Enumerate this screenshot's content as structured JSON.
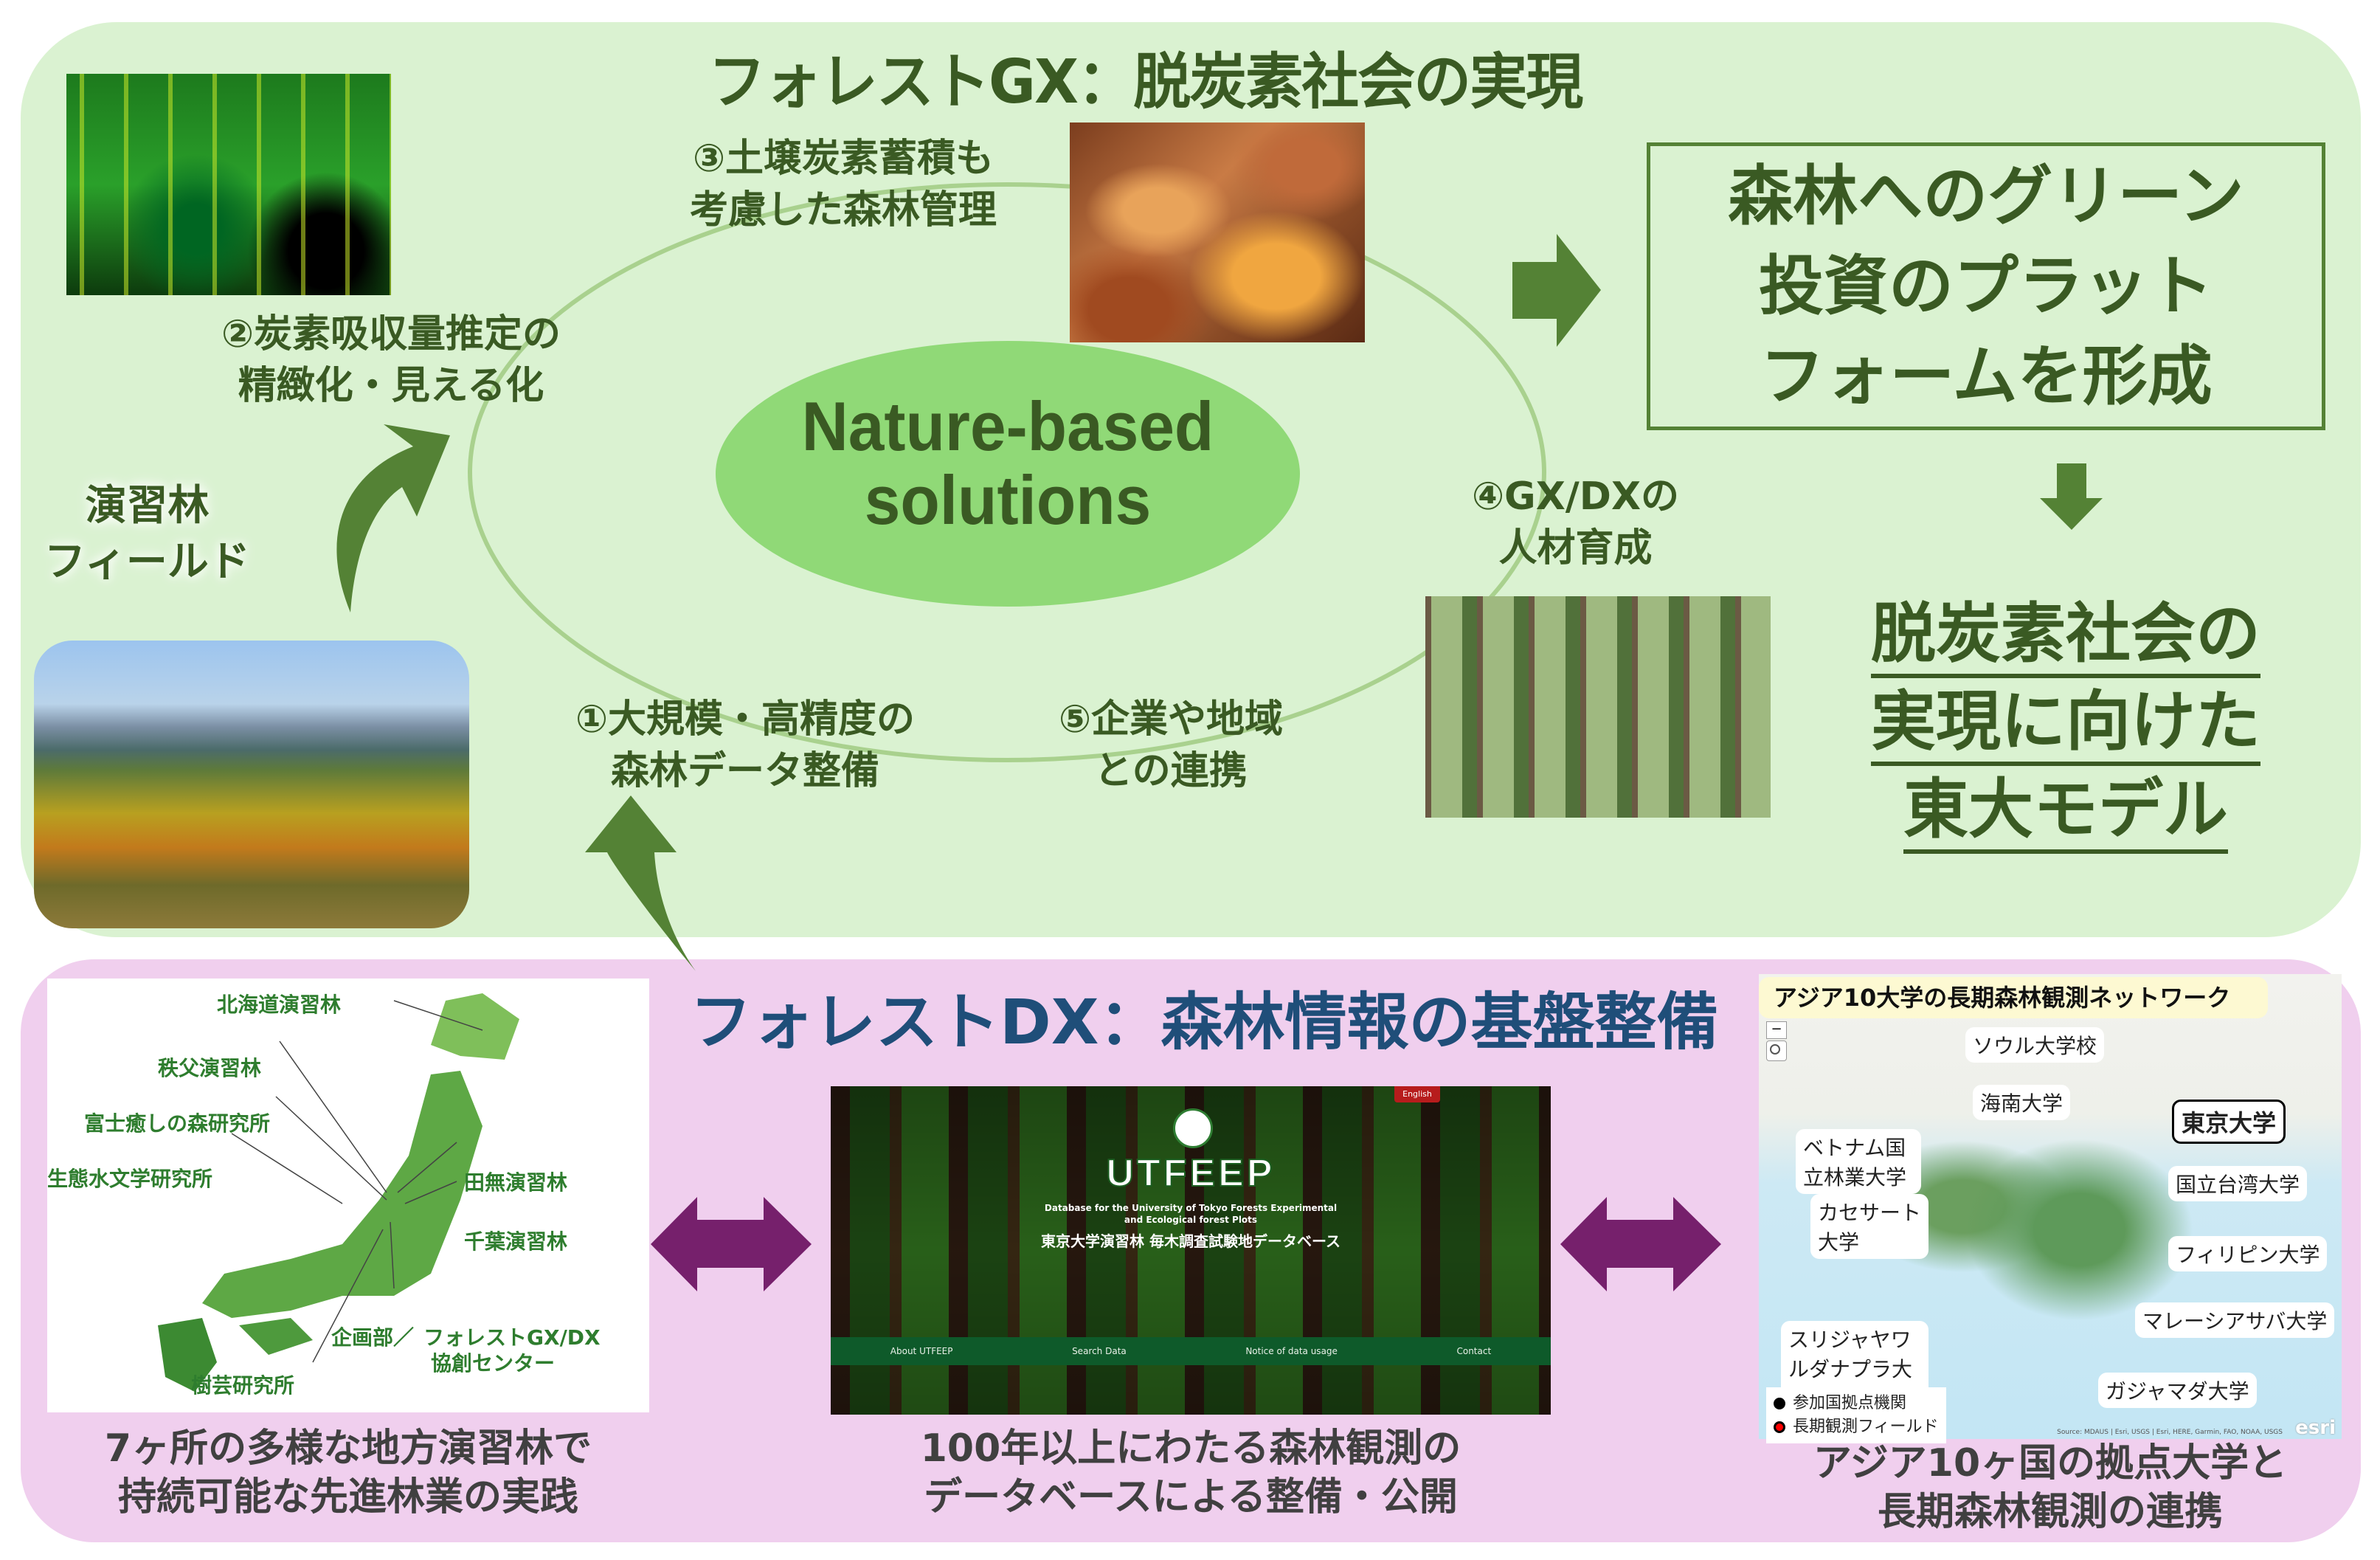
{
  "gx_section": {
    "title": "フォレストGX：脱炭素社会の実現",
    "center_concept": {
      "line1": "Nature-based",
      "line2": "solutions"
    },
    "cycle_items": [
      {
        "num": "①",
        "line1": "①大規模・高精度の",
        "line2": "森林データ整備"
      },
      {
        "num": "②",
        "line1": "②炭素吸収量推定の",
        "line2": "精緻化・見える化"
      },
      {
        "num": "③",
        "line1": "③土壌炭素蓄積も",
        "line2": "考慮した森林管理"
      },
      {
        "num": "④",
        "line1": "④GX/DXの",
        "line2": "人材育成"
      },
      {
        "num": "⑤",
        "line1": "⑤企業や地域",
        "line2": "との連携"
      }
    ],
    "field_label": {
      "line1": "演習林",
      "line2": "フィールド"
    },
    "platform_box": {
      "line1": "森林へのグリーン",
      "line2": "投資のプラット",
      "line3": "フォームを形成"
    },
    "goal": {
      "line1": "脱炭素社会の",
      "line2": "実現に向けた",
      "line3": "東大モデル"
    },
    "images": [
      "lidar-point-cloud",
      "fallen-leaves",
      "autumn-forest",
      "field-training-group"
    ]
  },
  "dx_section": {
    "title": "フォレストDX：森林情報の基盤整備",
    "japan_map": {
      "sites": [
        "北海道演習林",
        "秩父演習林",
        "富士癒しの森研究所",
        "生態水文学研究所",
        "田無演習林",
        "千葉演習林",
        "樹芸研究所"
      ],
      "hq_label": "企画部／",
      "center_label_line1": "フォレストGX/DX",
      "center_label_line2": "協創センター"
    },
    "japan_caption": {
      "line1": "7ヶ所の多様な地方演習林で",
      "line2": "持続可能な先進林業の実践"
    },
    "utfeep": {
      "language_button": "English",
      "logo_text": "UTFEEP",
      "subtitle_en_line1": "Database for the University of Tokyo Forests Experimental",
      "subtitle_en_line2": "and Ecological forest Plots",
      "subtitle_ja": "東京大学演習林 毎木調査試験地データベース",
      "nav": [
        "About UTFEEP",
        "Search Data",
        "Notice of data usage",
        "Contact"
      ]
    },
    "utfeep_caption": {
      "line1": "100年以上にわたる森林観測の",
      "line2": "データベースによる整備・公開"
    },
    "asia_map": {
      "title": "アジア10大学の長期森林観測ネットワーク",
      "universities": [
        "ソウル大学校",
        "東京大学",
        "海南大学",
        "ベトナム国立林業大学",
        "国立台湾大学",
        "カセサート大学",
        "フィリピン大学",
        "マレーシアサバ大学",
        "スリジャヤワルダナプラ大学",
        "ガジャマダ大学"
      ],
      "legend": [
        {
          "label": "参加国拠点機関",
          "color": "#000000"
        },
        {
          "label": "長期観測フィールド",
          "color": "#ff0000"
        }
      ],
      "attribution": "Source: MDAUS | Esri, USGS | Esri, HERE, Garmin, FAO, NOAA, USGS",
      "esri_logo": "esri",
      "zoom_out": "−"
    },
    "asia_caption": {
      "line1": "アジア10ヶ国の拠点大学と",
      "line2": "長期森林観測の連携"
    }
  },
  "colors": {
    "gx_bg": "#daf2d1",
    "dx_bg": "#f0cfee",
    "dark_green_text": "#3a5a23",
    "arrow_green": "#548235",
    "ellipse_green": "#90d977",
    "ring_green": "#a9d18e",
    "dx_title_blue": "#1f4e79",
    "purple_arrow": "#76206c"
  }
}
